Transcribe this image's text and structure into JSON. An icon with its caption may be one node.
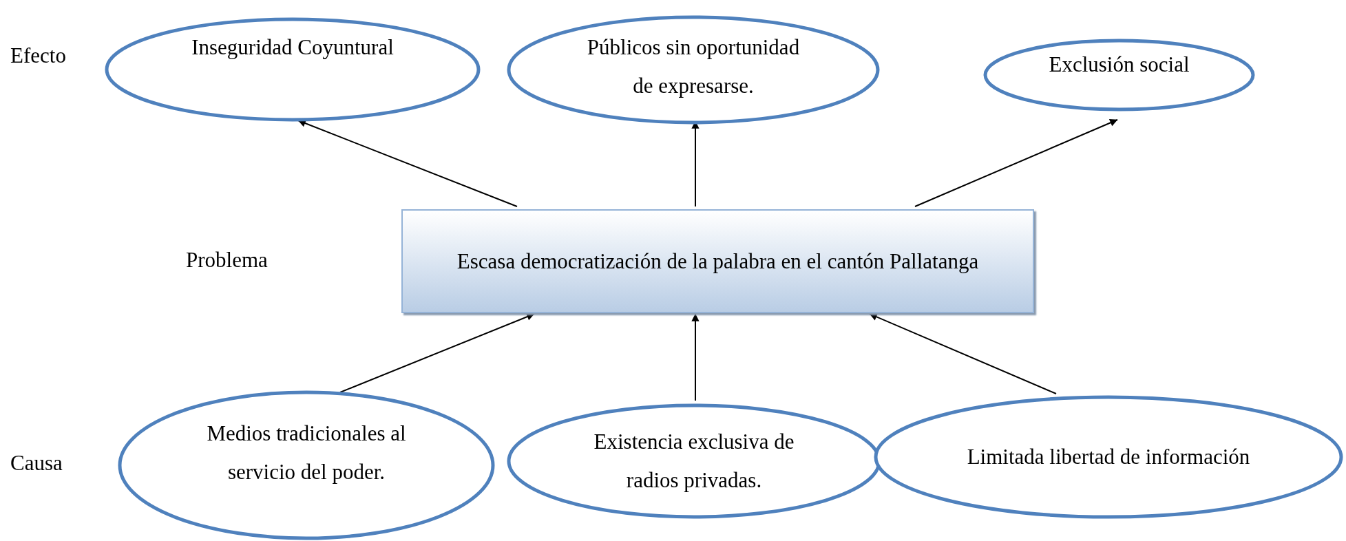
{
  "diagram": {
    "nodes": [
      {
        "text": [
          "Inseguridad Coyuntural"
        ]
      },
      {
        "text": [
          "Públicos sin oportunidad de expresarse."
        ]
      },
      {
        "text": [
          "Exclusión social"
        ]
      },
      {
        "text": [
          "Escasa democratización de la palabra en el cantón Pallatanga"
        ]
      },
      {
        "text": [
          "Medios tradicionales al servicio del poder."
        ]
      },
      {
        "text": [
          "Existencia exclusiva de radios privadas."
        ]
      },
      {
        "text": [
          "Limitada libertad de información"
        ]
      }
    ],
    "edges": [
      {
        "from": 3,
        "to": 0,
        "arrow": "to"
      },
      {
        "from": 3,
        "to": 1,
        "arrow": "to"
      },
      {
        "from": 3,
        "to": 2,
        "arrow": "to"
      },
      {
        "from": 4,
        "to": 3,
        "arrow": "to"
      },
      {
        "from": 5,
        "to": 3,
        "arrow": "to"
      },
      {
        "from": 6,
        "to": 3,
        "arrow": "to"
      }
    ],
    "labels": [
      "Efecto",
      "Problema",
      "Causa"
    ]
  }
}
